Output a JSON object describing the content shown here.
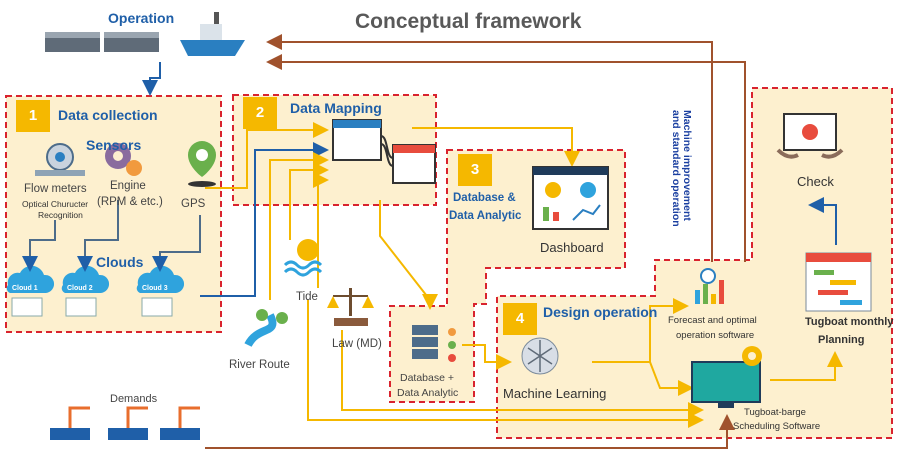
{
  "title": "Conceptual framework",
  "operation": "Operation",
  "demands": "Demands",
  "sections": {
    "s1": {
      "num": "1",
      "title": "Data collection",
      "sensors": "Sensors",
      "clouds": "Clouds"
    },
    "s2": {
      "num": "2",
      "title": "Data Mapping"
    },
    "s3": {
      "num": "3",
      "title_l1": "Database &",
      "title_l2": "Data Analytic"
    },
    "s4": {
      "num": "4",
      "title": "Design operation"
    }
  },
  "labels": {
    "flow_meters": "Flow meters",
    "ocr_l1": "Optical Churucter",
    "ocr_l2": "Recognition",
    "engine": "Engine",
    "rpm": "(RPM & etc.)",
    "gps": "GPS",
    "cloud1": "Cloud 1",
    "cloud2": "Cloud 2",
    "cloud3": "Cloud 3",
    "tide": "Tide",
    "river_route": "River Route",
    "law": "Law (MD)",
    "dashboard": "Dashboard",
    "db_l1": "Database +",
    "db_l2": "Data Analytic",
    "ml": "Machine Learning",
    "forecast_l1": "Forecast and optimal",
    "forecast_l2": "operation software",
    "tug_l1": "Tugboat-barge",
    "tug_l2": "Scheduling Software",
    "monthly_l1": "Tugboat monthly",
    "monthly_l2": "Planning",
    "check": "Check",
    "machine_l1": "Machine improvement",
    "machine_l2": "and standard operation"
  },
  "colors": {
    "accent": "#f5b800",
    "frame": "#d9232e",
    "panel": "#fdf0cf",
    "arrow_y": "#f5b800",
    "arrow_b": "#1f5fa8",
    "arrow_r": "#a0522d"
  }
}
